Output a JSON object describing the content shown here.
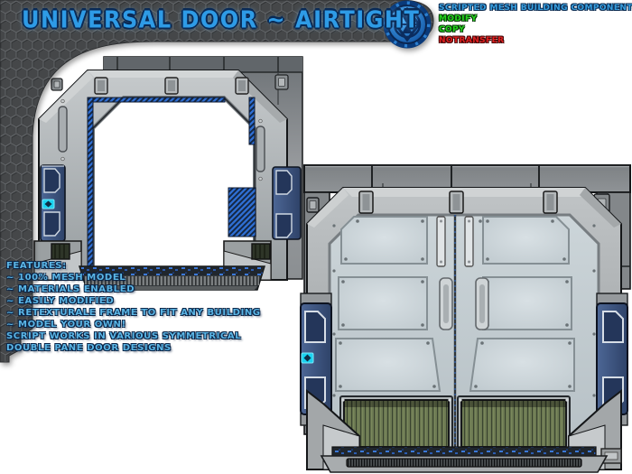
{
  "header": {
    "title": "UNIVERSAL DOOR ~ AIRTIGHT",
    "logo_icon": "sun-gear-emblem-icon",
    "banner_bg": "#46484a",
    "title_color": "#2e9be6"
  },
  "permissions": {
    "lines": [
      {
        "text": "SCRIPTED MESH BUILDING COMPONENT",
        "color": "#38a0e0"
      },
      {
        "text": "MODIFY",
        "color": "#26d41e"
      },
      {
        "text": "COPY",
        "color": "#26d41e"
      },
      {
        "text": "NOTRANSFER",
        "color": "#e02020"
      }
    ]
  },
  "features": {
    "color": "#5bb6e6",
    "lines": [
      "FEATURES:",
      "~ 100% MESH MODEL",
      "~ MATERIALS ENABLED",
      "~ EASILY MODIFIED",
      "~ RETEXTURALE FRAME TO FIT ANY BUILDING",
      "~ MODEL YOUR OWN!",
      "SCRIPT WORKS IN VARIOUS SYMMETRICAL",
      "DOUBLE PANE DOOR DESIGNS"
    ]
  },
  "renders": {
    "open_door": "open airtight door frame (3D render)",
    "closed_door": "closed double-pane airtight door (3D render)"
  },
  "palette": {
    "accent_cyan": "#1ad2f0",
    "pillar_blue": "#44608c",
    "hazard_blue": "#2f6fd4",
    "vent_green": "#6d7a53",
    "metal_light": "#c3c7c9",
    "wall_gray": "#8a8e91"
  }
}
